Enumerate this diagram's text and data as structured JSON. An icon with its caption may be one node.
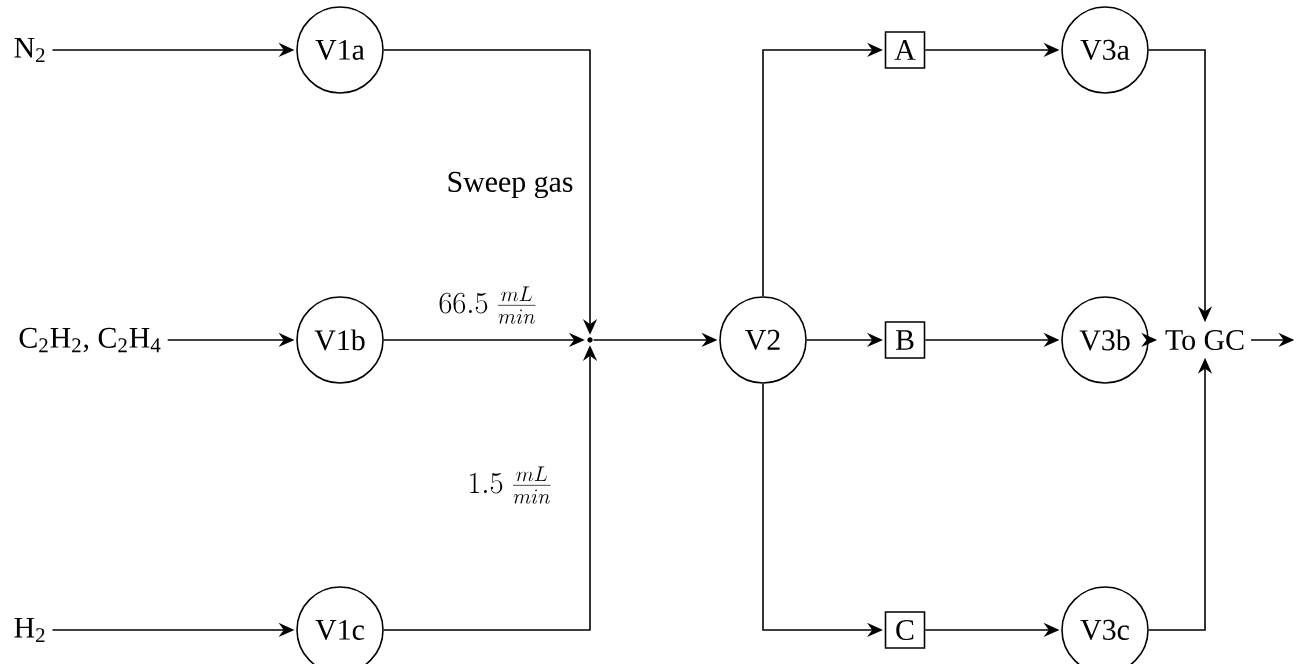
{
  "diagram": {
    "nodes": [
      {
        "text": [
          "N$_{2}$"
        ]
      },
      {
        "text": [
          "C$_{2}$H$_{2}$, C$_{2}$H$_{4}$"
        ]
      },
      {
        "text": [
          "H$_{2}$"
        ]
      },
      {
        "text": [
          "V1a"
        ]
      },
      {
        "text": [
          "V1b"
        ]
      },
      {
        "text": [
          "V1c"
        ]
      },
      {
        "text": [],
        "shape": "point"
      },
      {
        "text": [
          "V2"
        ]
      },
      {
        "text": [
          "A"
        ]
      },
      {
        "text": [
          "B"
        ]
      },
      {
        "text": [
          "C"
        ]
      },
      {
        "text": [
          "V3a"
        ]
      },
      {
        "text": [
          "V3b"
        ]
      },
      {
        "text": [
          "V3c"
        ]
      },
      {
        "text": [
          "To GC"
        ]
      }
    ],
    "edges": [
      {
        "from": 0,
        "to": 3,
        "arrow": "to"
      },
      {
        "from": 1,
        "to": 4,
        "arrow": "to"
      },
      {
        "from": 2,
        "to": 5,
        "arrow": "to"
      },
      {
        "from": 3,
        "to": 6,
        "arrow": "to",
        "label": "Sweep gas"
      },
      {
        "from": 4,
        "to": 6,
        "arrow": "to",
        "label": "66.5\\ \\frac{mL}{min}"
      },
      {
        "from": 5,
        "to": 6,
        "arrow": "to",
        "label": "1.5\\ \\frac{mL}{min}"
      },
      {
        "from": 6,
        "to": 7,
        "arrow": "to"
      },
      {
        "from": 7,
        "to": 8,
        "arrow": "to"
      },
      {
        "from": 7,
        "to": 9,
        "arrow": "to"
      },
      {
        "from": 7,
        "to": 10,
        "arrow": "to"
      },
      {
        "from": 8,
        "to": 11,
        "arrow": "to"
      },
      {
        "from": 9,
        "to": 12,
        "arrow": "to"
      },
      {
        "from": 10,
        "to": 13,
        "arrow": "to"
      },
      {
        "from": 11,
        "to": 14,
        "arrow": "to"
      },
      {
        "from": 12,
        "to": 14,
        "arrow": "to"
      },
      {
        "from": 13,
        "to": 14,
        "arrow": "to"
      },
      {
        "from": 14,
        "to": null,
        "arrow": "to"
      }
    ]
  }
}
